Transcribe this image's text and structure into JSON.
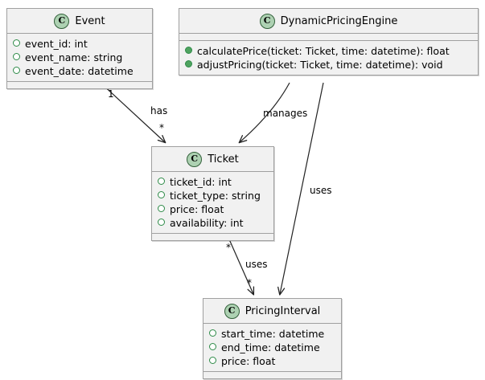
{
  "diagram": {
    "type": "uml-class-diagram",
    "background": "#ffffff",
    "colors": {
      "class_fill": "#f1f1f1",
      "class_border": "#a0a0a0",
      "badge_fill": "#add1b2",
      "badge_border": "#32603a",
      "attr_marker": "#2e8b48",
      "method_marker": "#4fa360",
      "text": "#000000"
    },
    "classes": [
      {
        "id": "event",
        "name": "Event",
        "badge": "C",
        "attributes": [
          "event_id: int",
          "event_name: string",
          "event_date: datetime"
        ],
        "methods": []
      },
      {
        "id": "dynamic-pricing-engine",
        "name": "DynamicPricingEngine",
        "badge": "C",
        "attributes": [],
        "methods": [
          "calculatePrice(ticket: Ticket, time: datetime): float",
          "adjustPricing(ticket: Ticket, time: datetime): void"
        ]
      },
      {
        "id": "ticket",
        "name": "Ticket",
        "badge": "C",
        "attributes": [
          "ticket_id: int",
          "ticket_type: string",
          "price: float",
          "availability: int"
        ],
        "methods": []
      },
      {
        "id": "pricing-interval",
        "name": "PricingInterval",
        "badge": "C",
        "attributes": [
          "start_time: datetime",
          "end_time: datetime",
          "price: float"
        ],
        "methods": []
      }
    ],
    "relationships": [
      {
        "id": "event-has-ticket",
        "from": "Event",
        "to": "Ticket",
        "label": "has",
        "source_multiplicity": "1",
        "target_multiplicity": "*"
      },
      {
        "id": "engine-manages-ticket",
        "from": "DynamicPricingEngine",
        "to": "Ticket",
        "label": "manages",
        "source_multiplicity": "",
        "target_multiplicity": ""
      },
      {
        "id": "ticket-uses-pricinginterval",
        "from": "Ticket",
        "to": "PricingInterval",
        "label": "uses",
        "source_multiplicity": "*",
        "target_multiplicity": "*"
      },
      {
        "id": "engine-uses-pricinginterval",
        "from": "DynamicPricingEngine",
        "to": "PricingInterval",
        "label": "uses",
        "source_multiplicity": "",
        "target_multiplicity": ""
      }
    ]
  }
}
